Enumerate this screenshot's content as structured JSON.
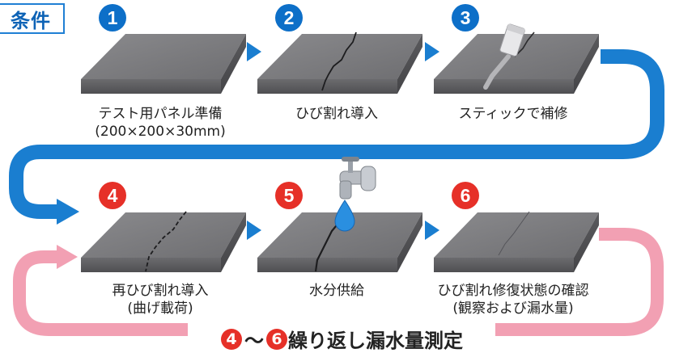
{
  "title": "条件",
  "colors": {
    "blue_arrow": "#1a7ed0",
    "pink_arrow": "#f2a0b3",
    "number_blue": "#0d6fc8",
    "number_red": "#e63028",
    "slab_top": "#7d7d80",
    "slab_side": "#5e5e61"
  },
  "steps": [
    {
      "number": "1",
      "color": "blue",
      "caption_lines": [
        "テスト用パネル準備",
        "(200×200×30mm)"
      ]
    },
    {
      "number": "2",
      "color": "blue",
      "caption_lines": [
        "ひび割れ導入"
      ]
    },
    {
      "number": "3",
      "color": "blue",
      "caption_lines": [
        "スティックで補修"
      ]
    },
    {
      "number": "4",
      "color": "red",
      "caption_lines": [
        "再ひび割れ導入",
        "(曲げ載荷)"
      ]
    },
    {
      "number": "5",
      "color": "red",
      "caption_lines": [
        "水分供給"
      ]
    },
    {
      "number": "6",
      "color": "red",
      "caption_lines": [
        "ひび割れ修復状態の確認",
        "(観察および漏水量)"
      ]
    }
  ],
  "footer": {
    "from_number": "4",
    "tilde": "〜",
    "to_number": "6",
    "label": "繰り返し漏水量測定"
  }
}
